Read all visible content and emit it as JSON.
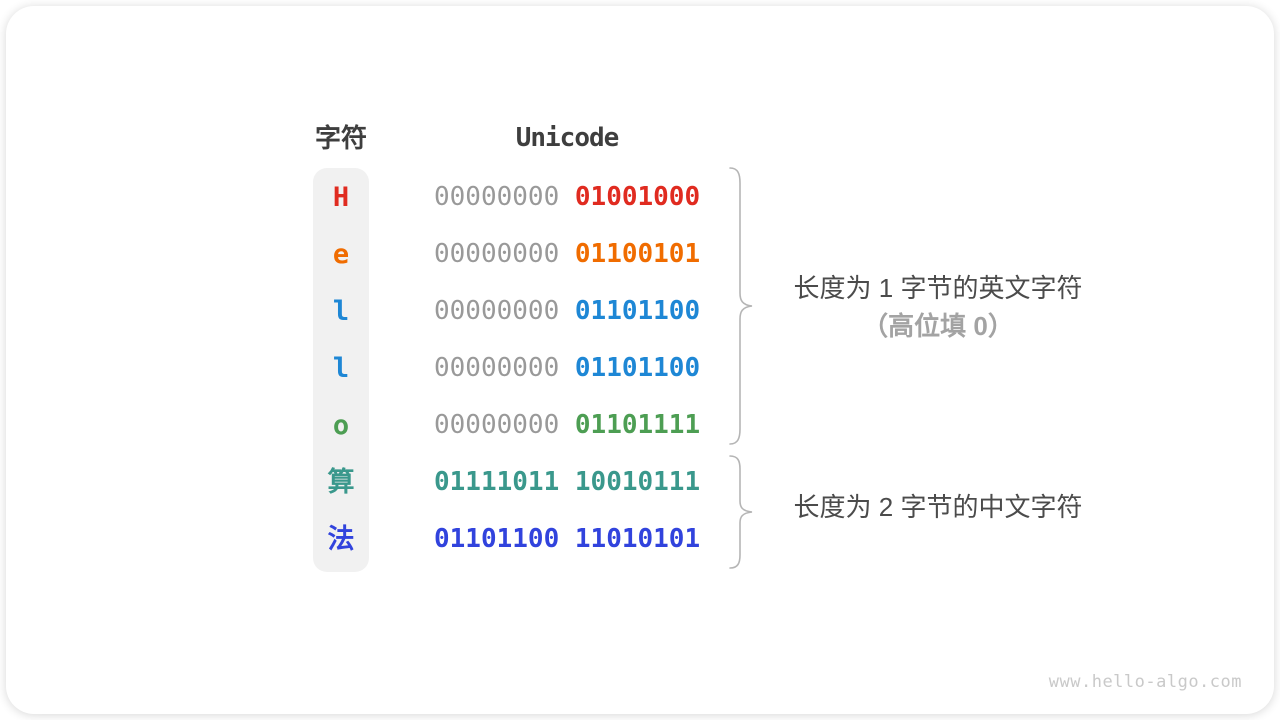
{
  "diagram": {
    "headers": {
      "char": "字符",
      "unicode": "Unicode"
    },
    "rows": [
      {
        "char": "H",
        "char_color": "#e02b20",
        "byte1": "00000000",
        "byte1_color": "#999999",
        "byte2": "01001000",
        "byte2_color": "#e02b20"
      },
      {
        "char": "e",
        "char_color": "#f06c00",
        "byte1": "00000000",
        "byte1_color": "#999999",
        "byte2": "01100101",
        "byte2_color": "#f06c00"
      },
      {
        "char": "l",
        "char_color": "#1e87d5",
        "byte1": "00000000",
        "byte1_color": "#999999",
        "byte2": "01101100",
        "byte2_color": "#1e87d5"
      },
      {
        "char": "l",
        "char_color": "#1e87d5",
        "byte1": "00000000",
        "byte1_color": "#999999",
        "byte2": "01101100",
        "byte2_color": "#1e87d5"
      },
      {
        "char": "o",
        "char_color": "#4d9e53",
        "byte1": "00000000",
        "byte1_color": "#999999",
        "byte2": "01101111",
        "byte2_color": "#4d9e53"
      },
      {
        "char": "算",
        "char_color": "#3a988c",
        "byte1": "01111011",
        "byte1_color": "#3a988c",
        "byte2": "10010111",
        "byte2_color": "#3a988c"
      },
      {
        "char": "法",
        "char_color": "#3143dd",
        "byte1": "01101100",
        "byte1_color": "#3143dd",
        "byte2": "11010101",
        "byte2_color": "#3143dd"
      }
    ],
    "annotations": {
      "one_byte": {
        "line1": "长度为 1 字节的英文字符",
        "line2": "（高位填 0）"
      },
      "two_byte": {
        "line1": "长度为 2 字节的中文字符"
      }
    },
    "watermark": "www.hello-algo.com"
  },
  "colors": {
    "char_red": "#e02b20",
    "char_orange": "#f06c00",
    "char_blue": "#1e87d5",
    "char_green": "#4d9e53",
    "char_teal": "#3a988c",
    "char_indigo": "#3143dd",
    "padding_zero_gray": "#999999",
    "header_text": "#3e3e3e",
    "annotation_text": "#4b4b4b",
    "annotation_muted": "#a3a3a3",
    "brace": "#b5b5b5",
    "column_bg": "#f1f1f1",
    "watermark": "#c9c9c9"
  }
}
